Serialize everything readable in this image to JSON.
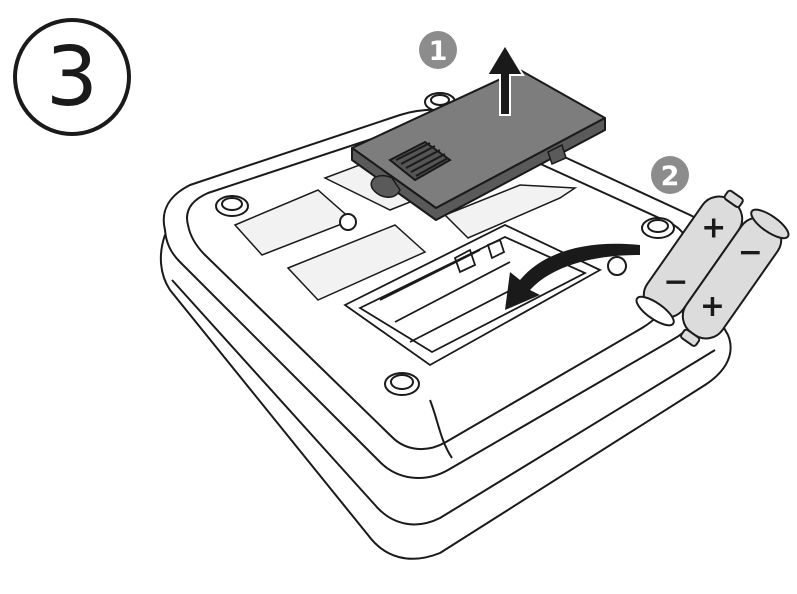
{
  "step": {
    "number": "3"
  },
  "markers": [
    {
      "label": "1"
    },
    {
      "label": "2"
    }
  ],
  "batteries": [
    {
      "plus": "+",
      "minus": "−"
    },
    {
      "plus": "+",
      "minus": "−"
    }
  ],
  "colors": {
    "line": "#1a1a1a",
    "cover": "#7d7d7d",
    "cover_dark": "#5a5a5a",
    "battery": "#dcdcdc",
    "marker": "#8c8c8c",
    "label_area": "#f2f2f2"
  },
  "icons": [
    "step-number-circle",
    "lift-arrow-icon",
    "insert-arrow-icon"
  ]
}
